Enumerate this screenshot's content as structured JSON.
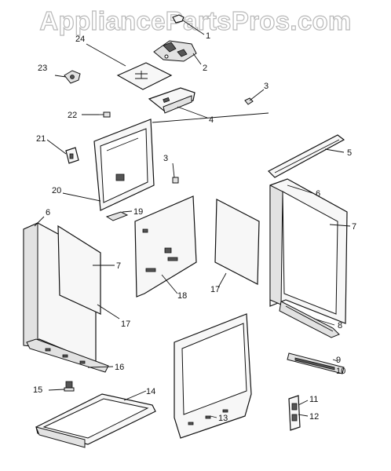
{
  "watermark": "AppliancePartsPros.com",
  "callouts": [
    "1",
    "2",
    "3",
    "4",
    "5",
    "6",
    "7",
    "8",
    "9",
    "10",
    "11",
    "12",
    "13",
    "14",
    "15",
    "16",
    "17",
    "18",
    "19",
    "20",
    "21",
    "22",
    "23",
    "24",
    "3",
    "6",
    "7",
    "17"
  ]
}
